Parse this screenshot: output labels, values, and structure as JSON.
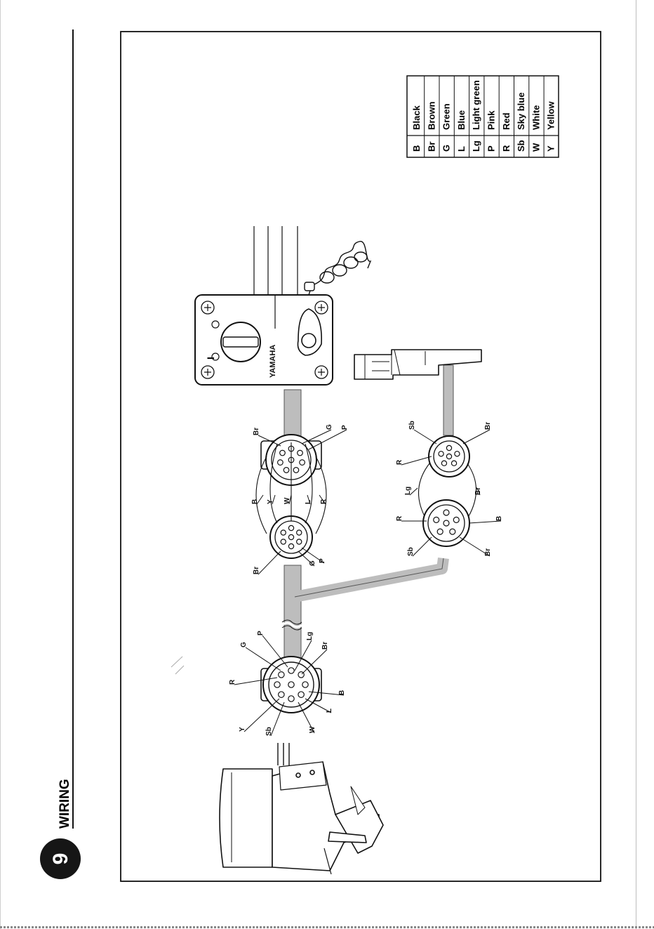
{
  "section": {
    "number": "9",
    "title": "WIRING"
  },
  "brand_text": "YAMAHA",
  "switch_marks": {
    "on": "I"
  },
  "legend": [
    {
      "code": "B",
      "color": "Black"
    },
    {
      "code": "Br",
      "color": "Brown"
    },
    {
      "code": "G",
      "color": "Green"
    },
    {
      "code": "L",
      "color": "Blue"
    },
    {
      "code": "Lg",
      "color": "Light green"
    },
    {
      "code": "P",
      "color": "Pink"
    },
    {
      "code": "R",
      "color": "Red"
    },
    {
      "code": "Sb",
      "color": "Sky blue"
    },
    {
      "code": "W",
      "color": "White"
    },
    {
      "code": "Y",
      "color": "Yellow"
    }
  ],
  "connectors": {
    "main_engine": [
      "R",
      "G",
      "P",
      "Lg",
      "Br",
      "Y",
      "Sb",
      "W",
      "L",
      "B"
    ],
    "main_left": [
      "Br",
      "G",
      "P"
    ],
    "main_right": [
      "Br",
      "G",
      "P"
    ],
    "main_link": [
      "B",
      "Y",
      "W",
      "L",
      "R"
    ],
    "trim_left": [
      "R",
      "Sb",
      "Br",
      "B"
    ],
    "trim_right": [
      "Sb",
      "R",
      "Br"
    ],
    "trim_link": [
      "Lg",
      "Br"
    ]
  }
}
